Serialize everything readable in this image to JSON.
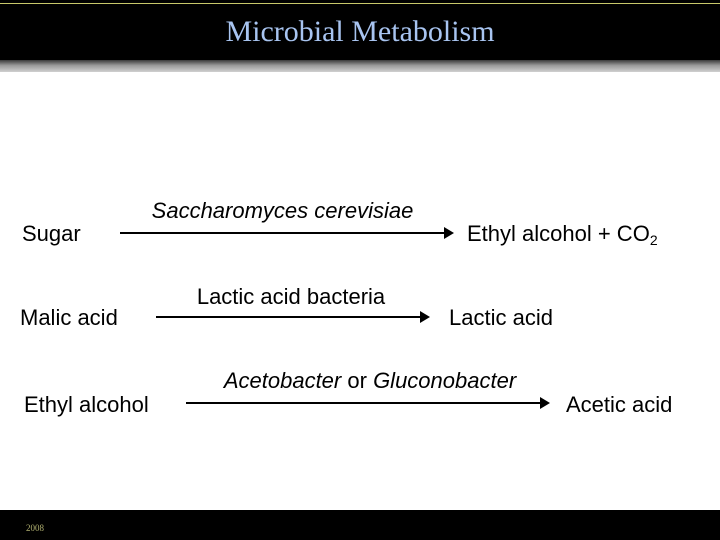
{
  "slide": {
    "title": "Microbial Metabolism",
    "footer_year": "2008"
  },
  "reactions": [
    {
      "substrate": "Sugar",
      "organism": "Saccharomyces cerevisiae",
      "product": "Ethyl alcohol + CO",
      "product_subscript": "2"
    },
    {
      "substrate": "Malic acid",
      "organism": "Lactic acid bacteria",
      "product": "Lactic acid"
    },
    {
      "substrate": "Ethyl alcohol",
      "organism_a": "Acetobacter",
      "organism_join": "or",
      "organism_b": "Gluconobacter",
      "product": "Acetic acid"
    }
  ]
}
